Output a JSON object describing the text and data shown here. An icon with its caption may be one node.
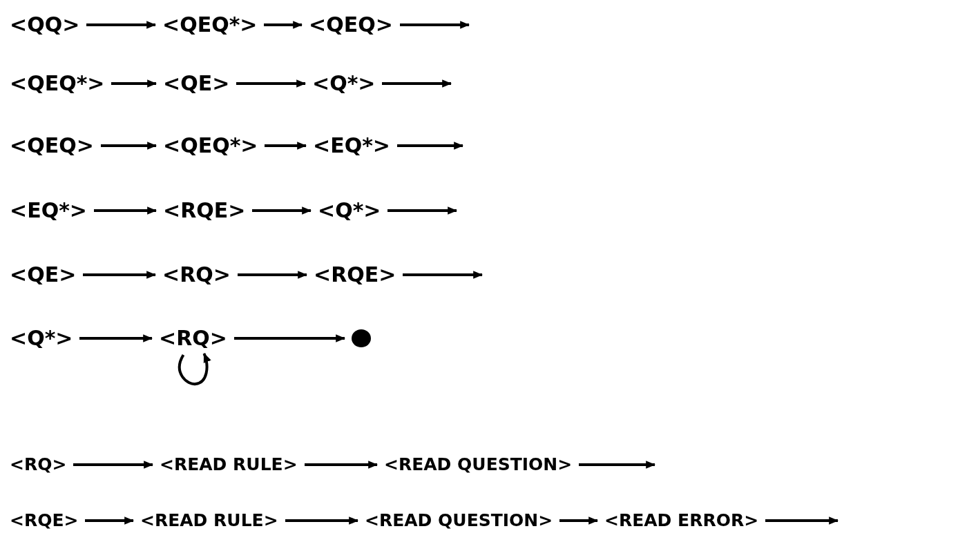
{
  "diagram": {
    "nodes": [
      {
        "text": [
          "<QQ>"
        ]
      },
      {
        "text": [
          "<QEQ*>"
        ]
      },
      {
        "text": [
          "<QEQ>"
        ]
      },
      {
        "text": [
          "<QEQ*>"
        ]
      },
      {
        "text": [
          "<QE>"
        ]
      },
      {
        "text": [
          "<Q*>"
        ]
      },
      {
        "text": [
          "<QEQ>"
        ]
      },
      {
        "text": [
          "<QEQ*>"
        ]
      },
      {
        "text": [
          "<EQ*>"
        ]
      },
      {
        "text": [
          "<EQ*>"
        ]
      },
      {
        "text": [
          "<RQE>"
        ]
      },
      {
        "text": [
          "<Q*>"
        ]
      },
      {
        "text": [
          "<QE>"
        ]
      },
      {
        "text": [
          "<RQ>"
        ]
      },
      {
        "text": [
          "<RQE>"
        ]
      },
      {
        "text": [
          "<Q*>"
        ]
      },
      {
        "text": [
          "<RQ>"
        ]
      },
      {
        "text": [],
        "shape": "circle"
      },
      {
        "text": [
          "<RQ>"
        ]
      },
      {
        "text": [
          "<READ RULE>"
        ]
      },
      {
        "text": [
          "<READ QUESTION>"
        ]
      },
      {
        "text": [
          "<RQE>"
        ]
      },
      {
        "text": [
          "<READ RULE>"
        ]
      },
      {
        "text": [
          "<READ QUESTION>"
        ]
      },
      {
        "text": [
          "<READ ERROR>"
        ]
      }
    ],
    "edges": [
      {
        "from": 0,
        "to": 1,
        "arrow": "to"
      },
      {
        "from": 1,
        "to": 2,
        "arrow": "to"
      },
      {
        "from": 2,
        "to": null,
        "arrow": "to"
      },
      {
        "from": 3,
        "to": 4,
        "arrow": "to"
      },
      {
        "from": 4,
        "to": 5,
        "arrow": "to"
      },
      {
        "from": 5,
        "to": null,
        "arrow": "to"
      },
      {
        "from": 6,
        "to": 7,
        "arrow": "to"
      },
      {
        "from": 7,
        "to": 8,
        "arrow": "to"
      },
      {
        "from": 8,
        "to": null,
        "arrow": "to"
      },
      {
        "from": 9,
        "to": 10,
        "arrow": "to"
      },
      {
        "from": 10,
        "to": 11,
        "arrow": "to"
      },
      {
        "from": 11,
        "to": null,
        "arrow": "to"
      },
      {
        "from": 12,
        "to": 13,
        "arrow": "to"
      },
      {
        "from": 13,
        "to": 14,
        "arrow": "to"
      },
      {
        "from": 14,
        "to": null,
        "arrow": "to"
      },
      {
        "from": 15,
        "to": 16,
        "arrow": "to"
      },
      {
        "from": 16,
        "to": 17,
        "arrow": "to"
      },
      {
        "from": 16,
        "to": 16,
        "arrow": "to"
      },
      {
        "from": 18,
        "to": 19,
        "arrow": "to"
      },
      {
        "from": 19,
        "to": 20,
        "arrow": "to"
      },
      {
        "from": 20,
        "to": null,
        "arrow": "to"
      },
      {
        "from": 21,
        "to": 22,
        "arrow": "to"
      },
      {
        "from": 22,
        "to": 23,
        "arrow": "to"
      },
      {
        "from": 23,
        "to": 24,
        "arrow": "to"
      },
      {
        "from": 24,
        "to": null,
        "arrow": "to"
      }
    ]
  }
}
